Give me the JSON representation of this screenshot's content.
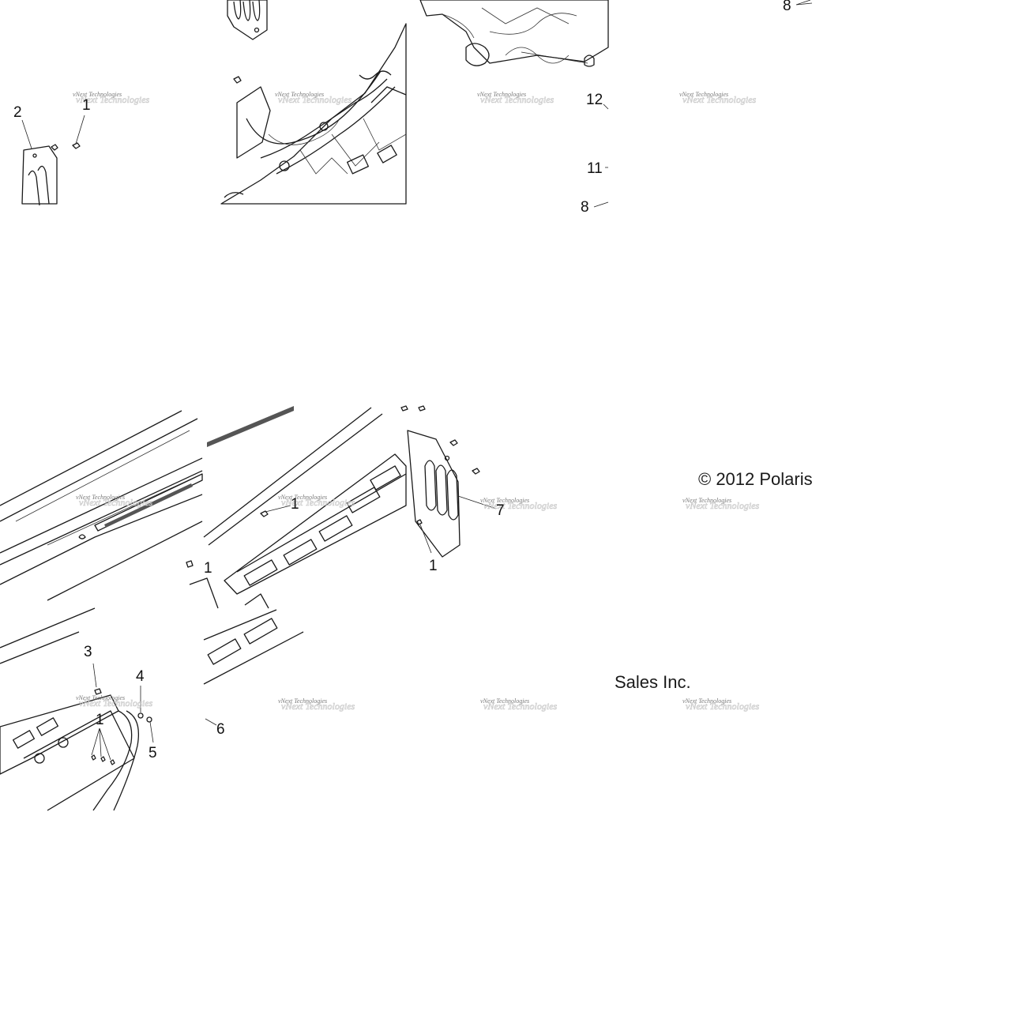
{
  "callouts": {
    "c8_top": "8",
    "c2": "2",
    "c1_a": "1",
    "c12": "12",
    "c11": "11",
    "c8_partial": "8",
    "c1_b": "1",
    "c7": "7",
    "c1_c": "1",
    "c3": "3",
    "c4": "4",
    "c1_d": "1",
    "c5": "5",
    "c6": "6"
  },
  "copyright": {
    "line1": "© 2012 Polaris",
    "line2": "Sales Inc."
  },
  "watermark": {
    "text": "vNext Technologies",
    "ghost": "vNext Technologies"
  }
}
